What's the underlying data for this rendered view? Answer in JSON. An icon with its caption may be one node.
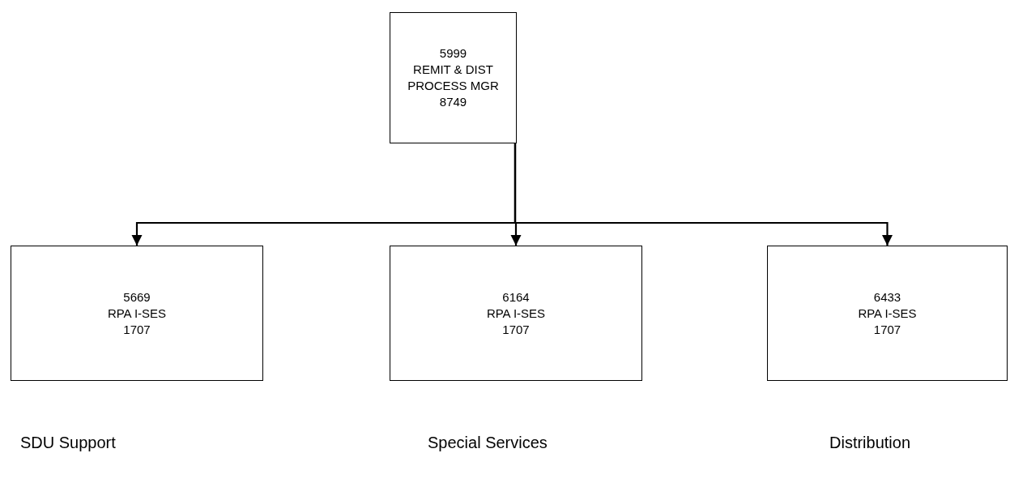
{
  "diagram": {
    "nodes": [
      {
        "text": [
          "5999",
          "REMIT & DIST PROCESS MGR",
          "8749"
        ]
      },
      {
        "text": [
          "5669",
          "RPA I-SES",
          "1707"
        ],
        "beside": [
          "SDU Support"
        ]
      },
      {
        "text": [
          "6164",
          "RPA I-SES",
          "1707"
        ],
        "beside": [
          "Special Services"
        ]
      },
      {
        "text": [
          "6433",
          "RPA I-SES",
          "1707"
        ],
        "beside": [
          "Distribution"
        ]
      }
    ],
    "edges": [
      {
        "from": 0,
        "to": 1,
        "arrow": "to"
      },
      {
        "from": 0,
        "to": 2,
        "arrow": "to"
      },
      {
        "from": 0,
        "to": 3,
        "arrow": "to"
      }
    ]
  }
}
